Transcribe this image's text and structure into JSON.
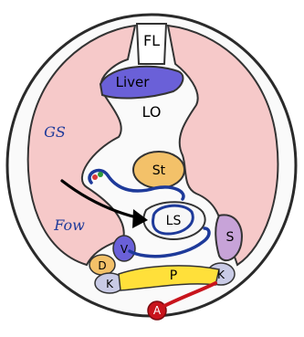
{
  "labels": {
    "fl": "FL",
    "liver": "Liver",
    "lo": "LO",
    "st": "St",
    "ls": "LS",
    "gs": "GS",
    "fow": "Fow",
    "s": "S",
    "v": "V",
    "d": "D",
    "k_left": "K",
    "k_right": "K",
    "p": "P",
    "a": "A"
  }
}
